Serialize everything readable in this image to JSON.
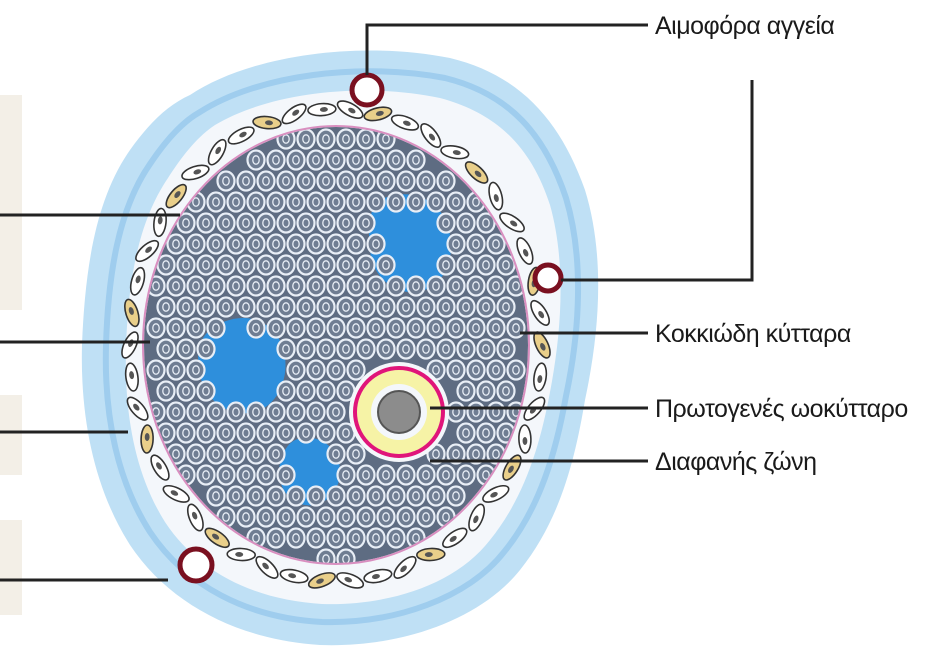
{
  "labels": {
    "blood_vessels": "Αιμοφόρα αγγεία",
    "granulosa_cells": "Κοκκιώδη κύτταρα",
    "primary_oocyte": "Πρωτογενές ωοκύτταρο",
    "zona_pellucida": "Διαφανής ζώνη"
  },
  "colors": {
    "outer_layer": "#bfe0f5",
    "outer_band": "#a9d2ef",
    "theca_fill": "#f4f7fb",
    "membrane": "#d98fc0",
    "cell_fill": "#6f7d92",
    "cell_ring": "#e8eef6",
    "cavity": "#2e8fdc",
    "vessel": "#7a1020",
    "oocyte_border": "#e0157a",
    "zona": "#f6f3a6",
    "nucleus": "#8c8c8c",
    "leader_line": "#222222",
    "left_panel": "#f3efe7"
  }
}
